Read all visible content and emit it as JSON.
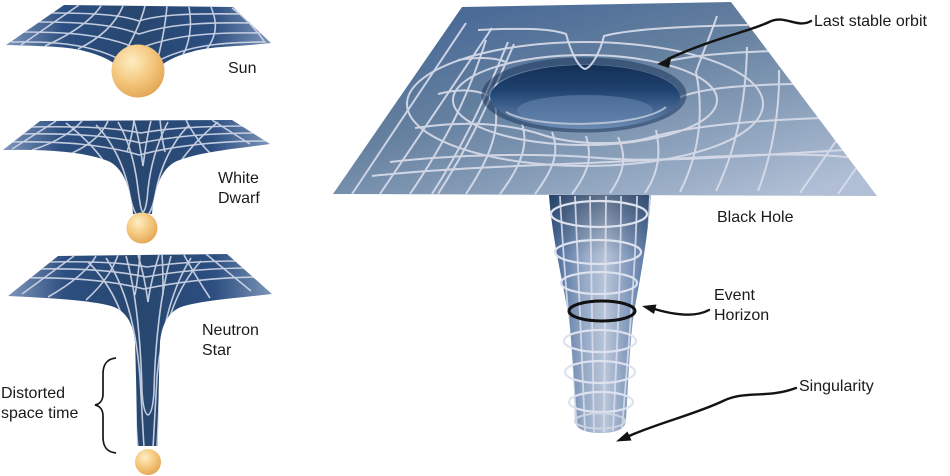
{
  "figure": {
    "labels": {
      "sun": "Sun",
      "white_dwarf": "White\nDwarf",
      "neutron_star": "Neutron\nStar",
      "distorted_spacetime": "Distorted\nspace time",
      "last_stable_orbit": "Last stable orbit",
      "black_hole": "Black Hole",
      "event_horizon": "Event\nHorizon",
      "singularity": "Singularity"
    },
    "colors": {
      "background": "#ffffff",
      "text": "#1a1a1a",
      "sheet_dark": "#2c4e80",
      "sheet_edge_light": "#7d95b8",
      "plane_top": "#3d5f93",
      "plane_bottom": "#b0bfd5",
      "grid_line": "#d6dbe9",
      "hole_dark": "#132f55",
      "tube_light": "#b9c5d9",
      "sphere_highlight": "#fdedc4",
      "sphere_mid": "#f6cb83",
      "sphere_edge": "#d89c48",
      "annotation": "#131313"
    }
  }
}
